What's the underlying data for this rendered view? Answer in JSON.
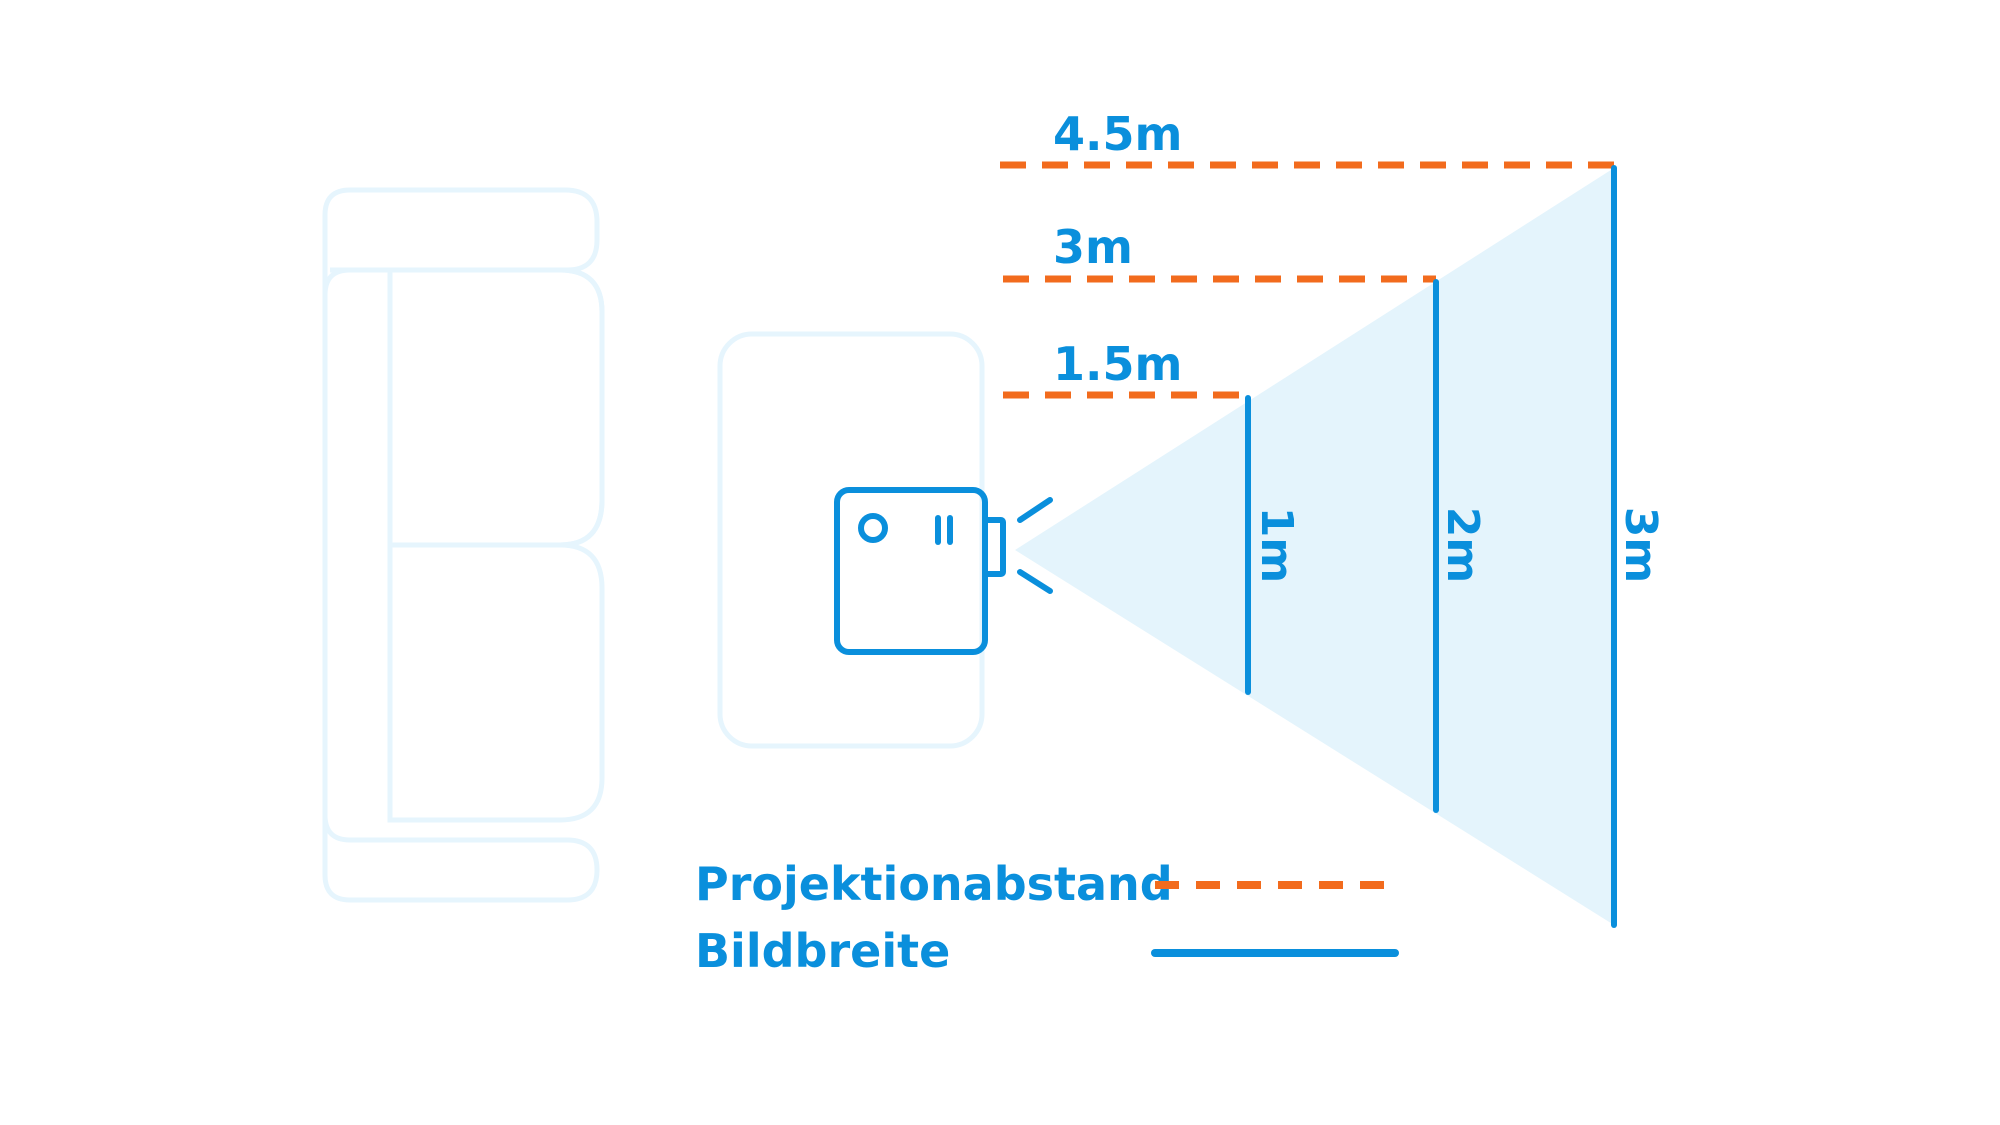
{
  "colors": {
    "blue": "#0a8fdc",
    "orange": "#f26b1d",
    "beam": "#e4f4fc",
    "furniture": "#e6f5fd",
    "background": "#ffffff"
  },
  "icons": {
    "sofa": "sofa-icon",
    "table": "table-icon",
    "projector": "projector-icon"
  },
  "distances": [
    {
      "label": "1.5m"
    },
    {
      "label": "3m"
    },
    {
      "label": "4.5m"
    }
  ],
  "widths": [
    {
      "label": "1m"
    },
    {
      "label": "2m"
    },
    {
      "label": "3m"
    }
  ],
  "legend": {
    "distance_label": "Projektionabstand",
    "width_label": "Bildbreite"
  }
}
